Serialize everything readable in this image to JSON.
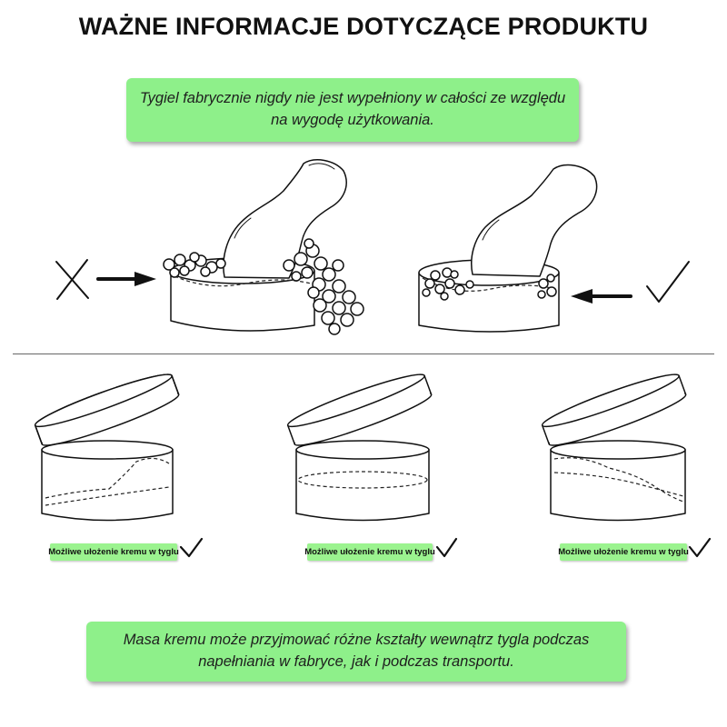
{
  "header": {
    "title": "WAŻNE INFORMACJE DOTYCZĄCE PRODUKTU"
  },
  "top_note": {
    "text": "Tygiel fabrycznie nigdy nie jest wypełniony w całości ze względu na wygodę użytkowania."
  },
  "scenes": [
    {
      "state": "wrong",
      "icon": "cross-mark-icon"
    },
    {
      "state": "correct",
      "icon": "check-mark-icon"
    }
  ],
  "jars": [
    {
      "label": "Możliwe ułożenie kremu w tyglu",
      "icon": "check-mark-icon"
    },
    {
      "label": "Możliwe ułożenie kremu w tyglu",
      "icon": "check-mark-icon"
    },
    {
      "label": "Możliwe ułożenie kremu w tyglu",
      "icon": "check-mark-icon"
    }
  ],
  "bottom_note": {
    "text": "Masa kremu może przyjmować różne kształty wewnątrz tygla podczas napełniania w fabryce, jak i podczas transportu."
  }
}
